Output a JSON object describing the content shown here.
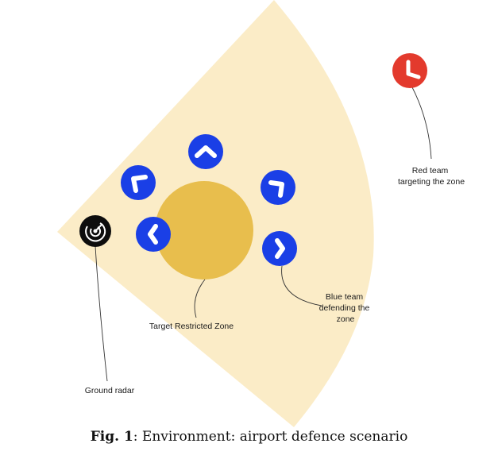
{
  "labels": {
    "red_team": [
      "Red team",
      "targeting the zone"
    ],
    "blue_team": [
      "Blue team",
      "defending the",
      "zone"
    ],
    "target_zone": "Target Restricted Zone",
    "ground_radar": "Ground radar"
  },
  "caption": {
    "prefix": "Fig. 1",
    "text": ": Environment: airport defence scenario"
  },
  "colors": {
    "radar_coverage": "#fbecc7",
    "target_zone": "#e8be4d",
    "blue_team": "#1a3fe6",
    "red_team": "#e33a2d",
    "radar_icon": "#0d0d0d"
  },
  "icons": {
    "blue_team": "chevron-arrow-icon",
    "red_team": "clock-arrow-icon",
    "ground_radar": "radar-icon"
  }
}
